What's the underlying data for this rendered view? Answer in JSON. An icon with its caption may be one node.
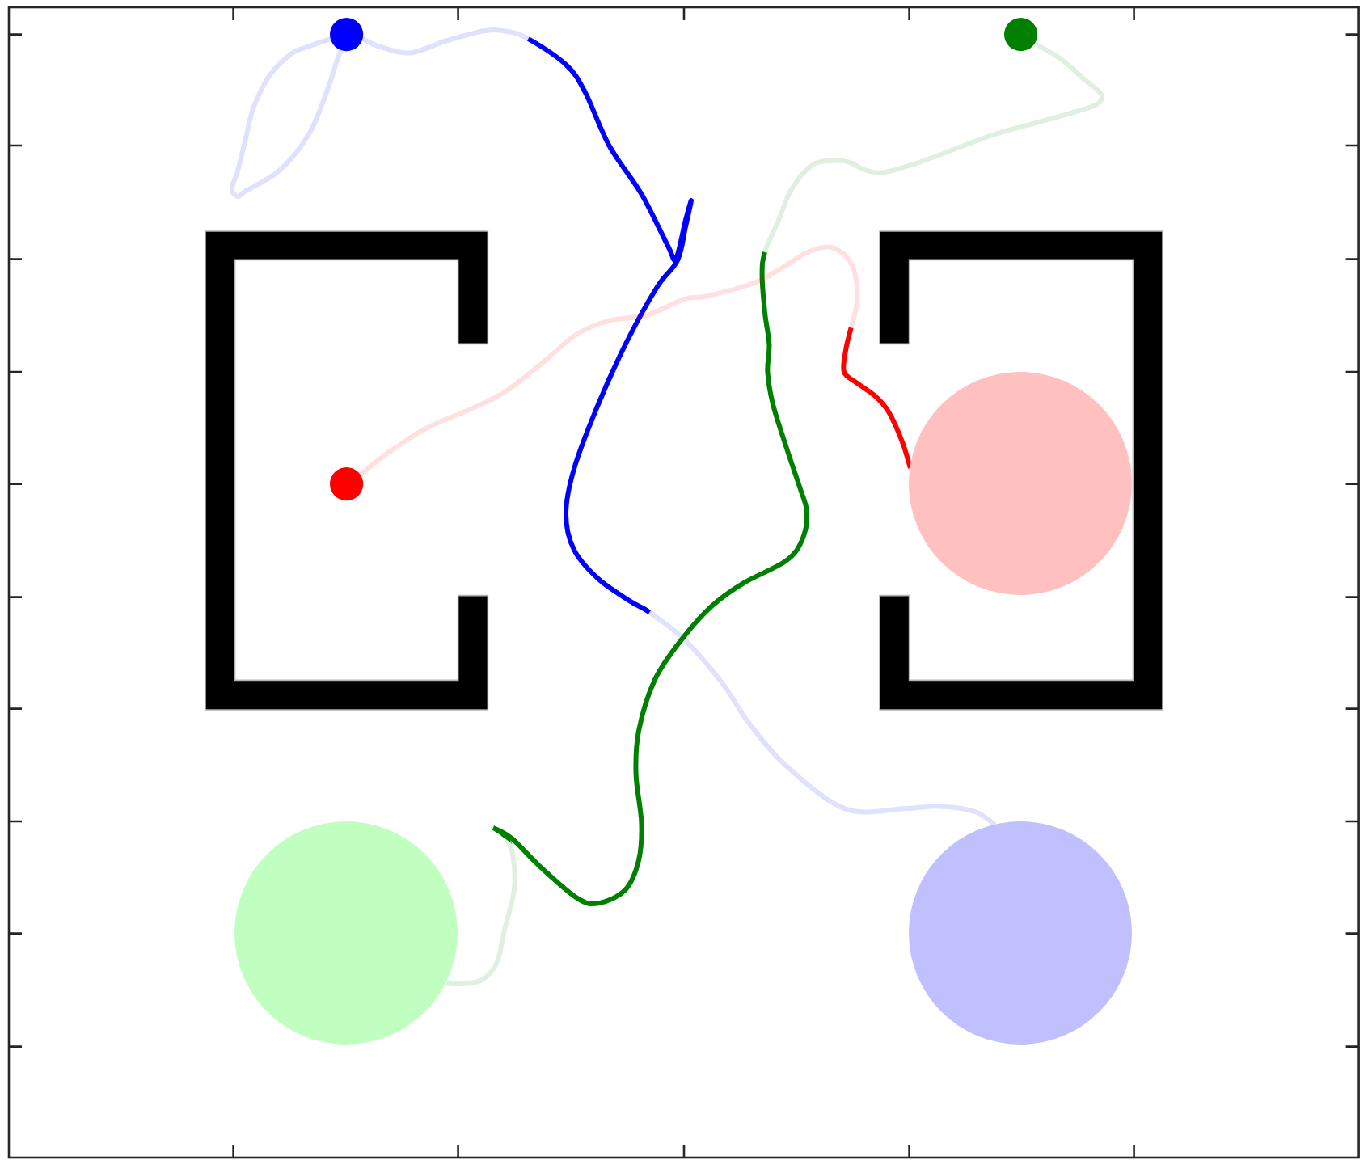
{
  "diagram": {
    "nodes": [
      {
        "text": [],
        "shape": "circle"
      },
      {
        "text": [],
        "shape": "circle"
      },
      {
        "text": [],
        "shape": "circle"
      },
      {
        "text": [],
        "shape": "circle"
      },
      {
        "text": [],
        "shape": "circle"
      },
      {
        "text": [],
        "shape": "circle"
      }
    ],
    "edges": [
      {
        "from": 0,
        "to": 5,
        "arrow": "none",
        "color": "#0000ff"
      },
      {
        "from": 1,
        "to": 4,
        "arrow": "none",
        "color": "#008000"
      },
      {
        "from": 2,
        "to": 3,
        "arrow": "none",
        "color": "#ff0000"
      }
    ]
  }
}
